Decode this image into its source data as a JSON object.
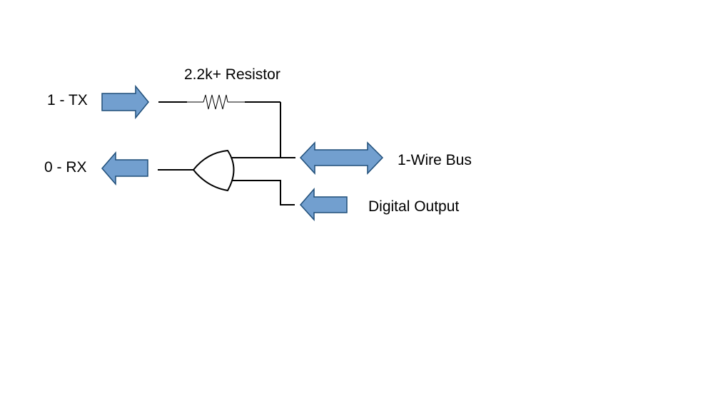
{
  "labels": {
    "tx": "1 - TX",
    "rx": "0 - RX",
    "resistor": "2.2k+ Resistor",
    "bus": "1-Wire Bus",
    "digital_output": "Digital Output"
  },
  "colors": {
    "arrow_fill": "#729fcf",
    "arrow_stroke": "#1f4e79",
    "wire": "#000000"
  },
  "icons": {
    "tx_arrow": "arrow-right-icon",
    "rx_arrow": "arrow-left-icon",
    "bus_arrow": "double-arrow-icon",
    "output_arrow": "arrow-left-icon",
    "gate": "or-gate-icon",
    "resistor": "resistor-icon"
  }
}
